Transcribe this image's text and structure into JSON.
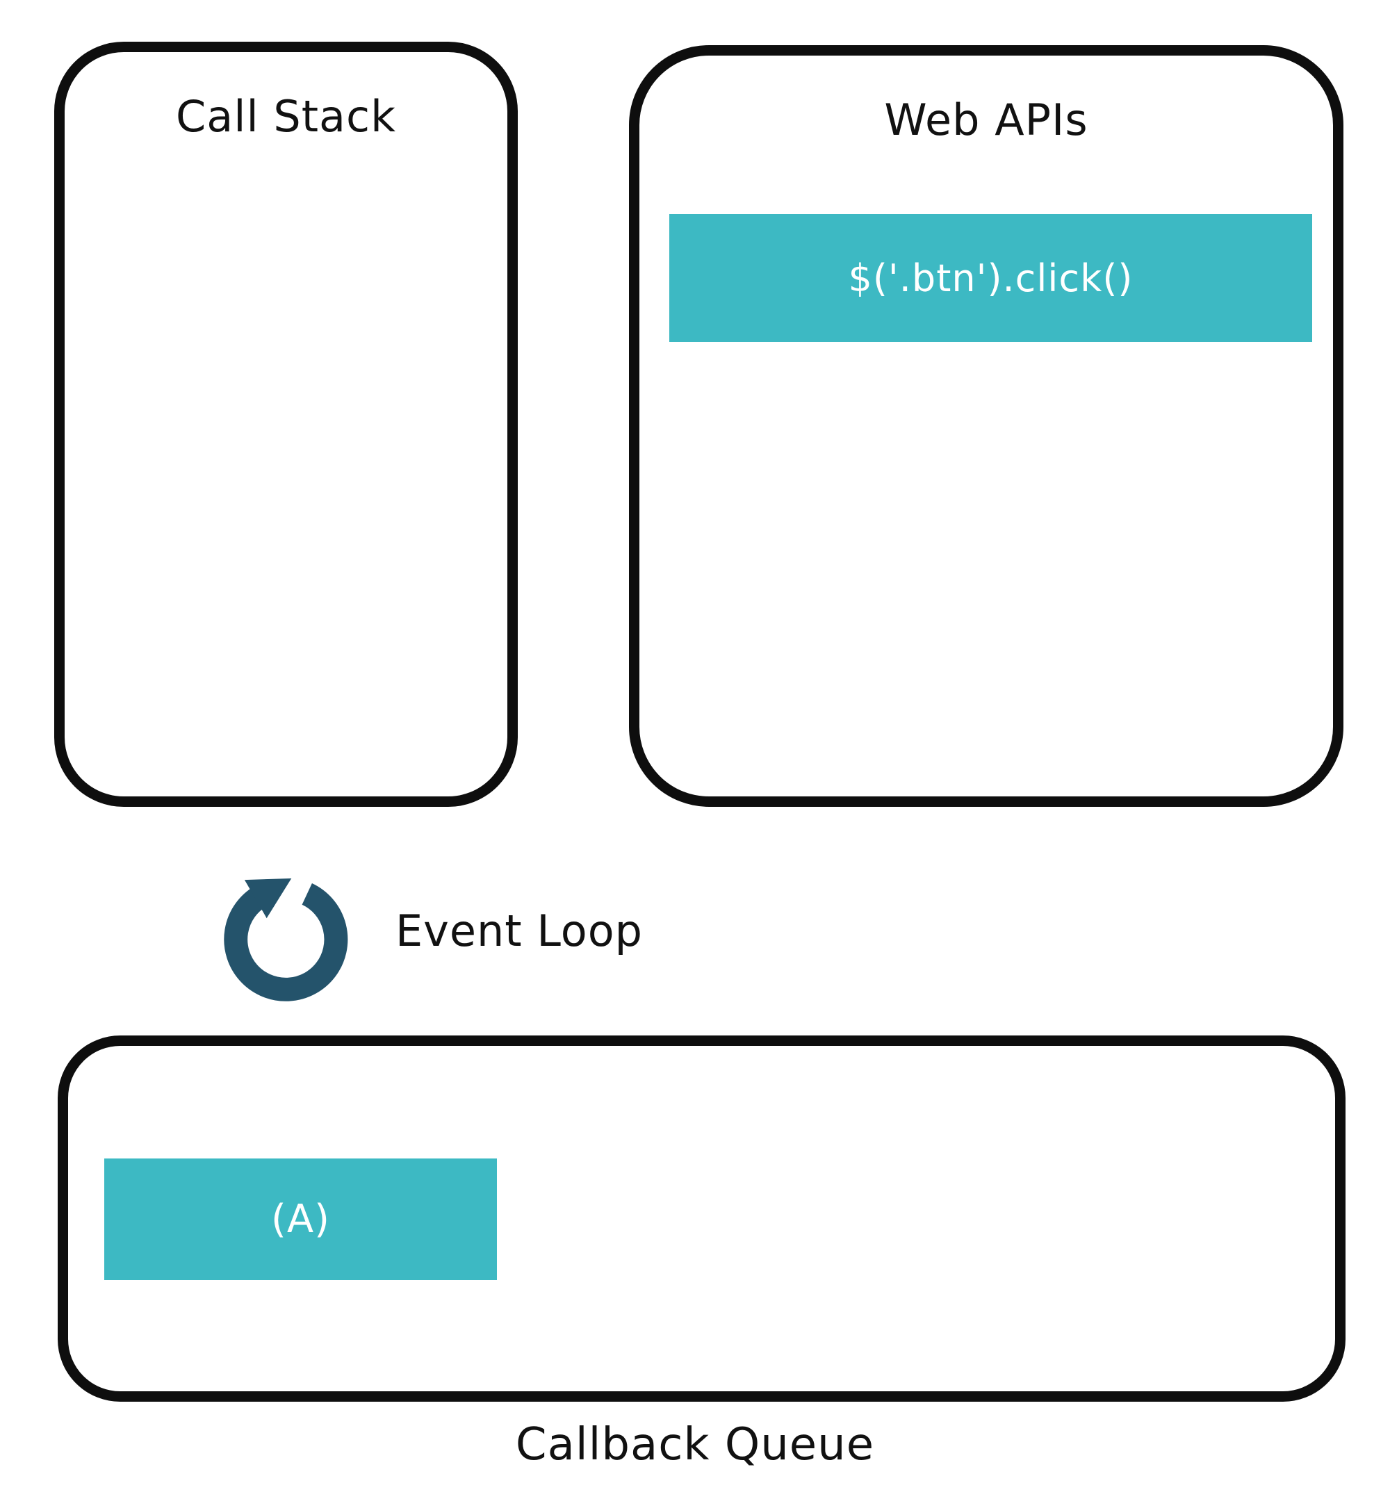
{
  "colors": {
    "accent_teal": "#3db9c3",
    "event_loop_navy": "#24536b",
    "outline_black": "#0e0e0e",
    "background": "#ffffff",
    "bar_text": "#ffffff",
    "text": "#111111"
  },
  "call_stack": {
    "title": "Call Stack",
    "items": []
  },
  "web_apis": {
    "title": "Web APIs",
    "items": [
      {
        "label": "$('.btn').click()"
      }
    ]
  },
  "event_loop": {
    "label": "Event Loop"
  },
  "callback_queue": {
    "title": "Callback Queue",
    "items": [
      {
        "label": "(A)"
      }
    ]
  }
}
